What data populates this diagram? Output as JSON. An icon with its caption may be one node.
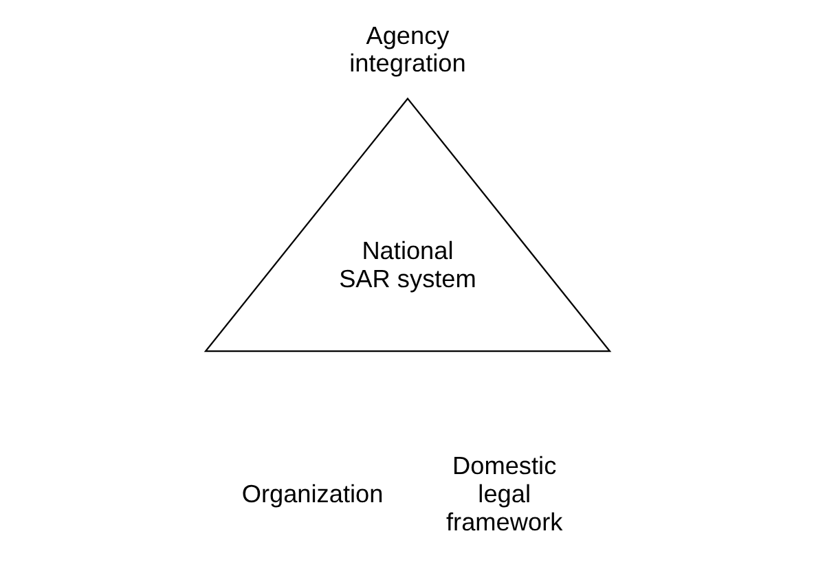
{
  "diagram": {
    "nodes": [
      {
        "text": [
          "National SAR system"
        ]
      }
    ],
    "labels": [
      "Agency integration",
      "Organization",
      "Domestic legal framework"
    ]
  }
}
